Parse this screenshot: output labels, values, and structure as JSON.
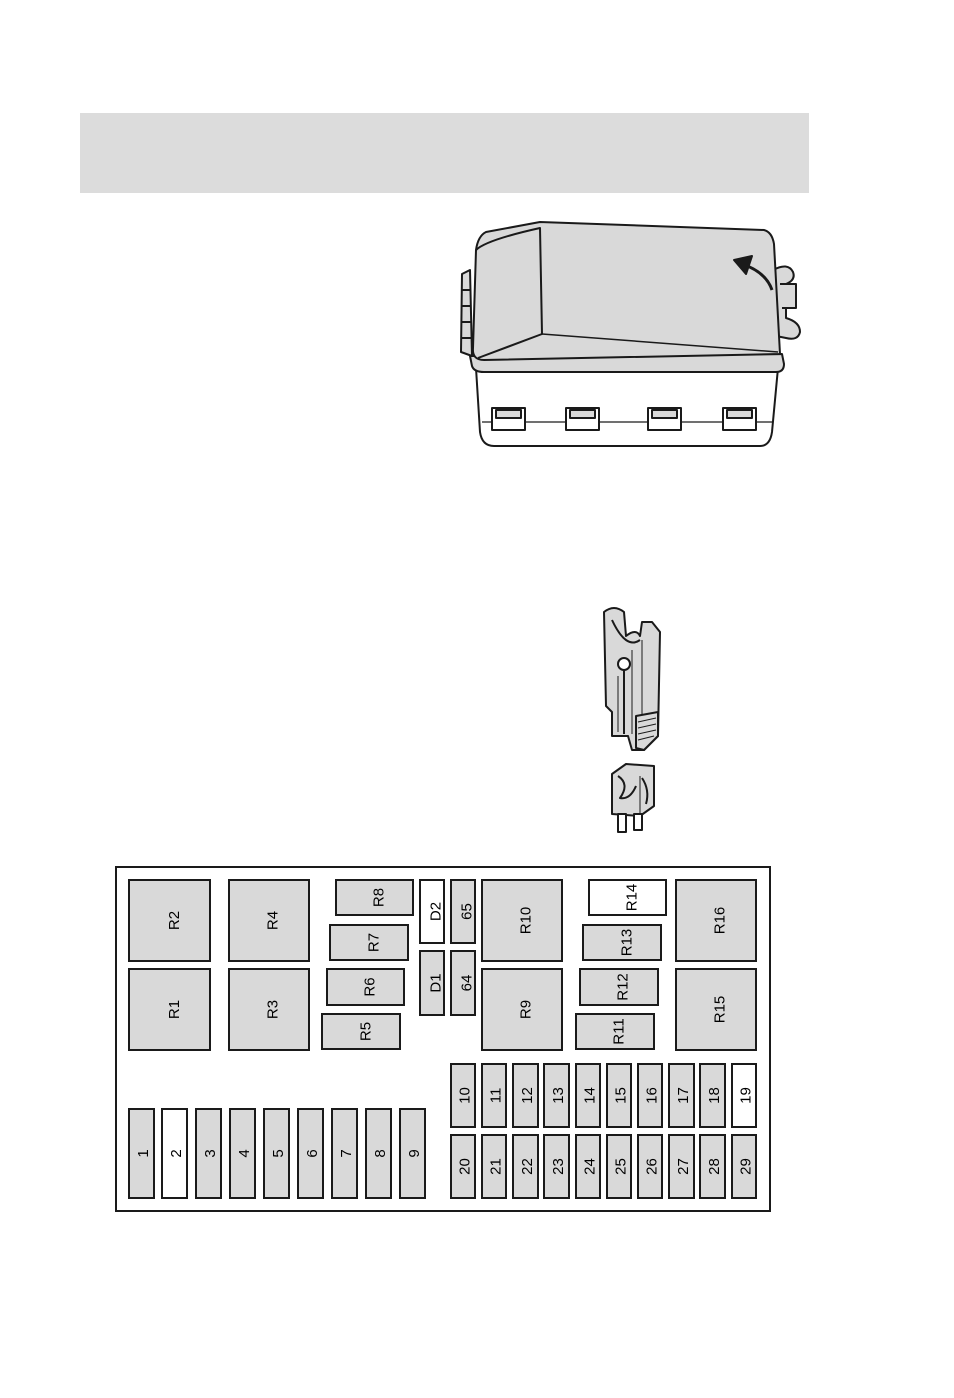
{
  "colors": {
    "grey": "#d9d9d9",
    "white": "#ffffff",
    "outline": "#1a1a1a",
    "banner": "#dcdcdc"
  },
  "icons": [
    "fuse-box-cover-illustration",
    "fuse-puller-tool-icon",
    "blade-fuse-icon"
  ],
  "relays": [
    "R1",
    "R2",
    "R3",
    "R4",
    "R5",
    "R6",
    "R7",
    "R8",
    "R9",
    "R10",
    "R11",
    "R12",
    "R13",
    "R14",
    "R15",
    "R16"
  ],
  "diodes": [
    "D1",
    "D2"
  ],
  "fuses": [
    "1",
    "2",
    "3",
    "4",
    "5",
    "6",
    "7",
    "8",
    "9",
    "10",
    "11",
    "12",
    "13",
    "14",
    "15",
    "16",
    "17",
    "18",
    "19",
    "20",
    "21",
    "22",
    "23",
    "24",
    "25",
    "26",
    "27",
    "28",
    "29",
    "64",
    "65"
  ]
}
